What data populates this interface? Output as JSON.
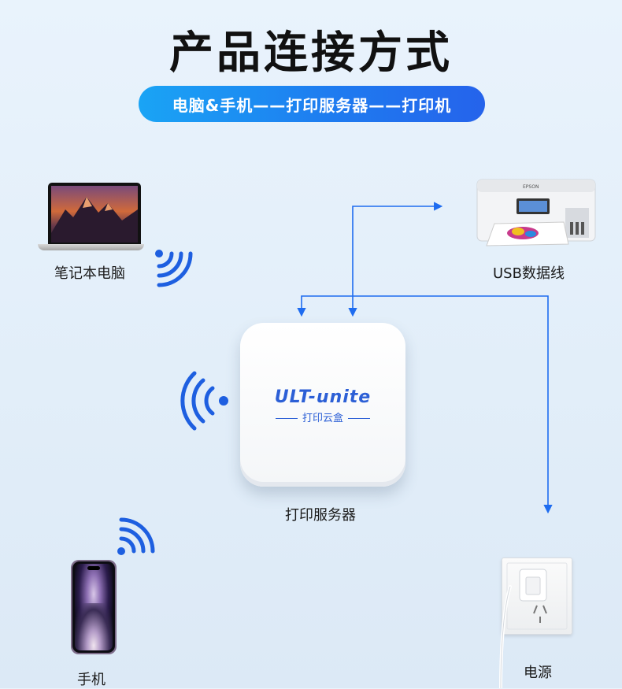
{
  "header": {
    "title": "产品连接方式",
    "subtitle": "电脑&手机——打印服务器——打印机"
  },
  "devices": {
    "laptop_label": "笔记本电脑",
    "printer_label": "USB数据线",
    "server_label": "打印服务器",
    "phone_label": "手机",
    "power_label": "电源"
  },
  "server_box": {
    "brand": "ULT-unite",
    "subbrand": "打印云盒"
  },
  "printer_brand": "EPSON",
  "icons": [
    "wifi-signal-icon",
    "arrow-icon",
    "laptop-icon",
    "printer-icon",
    "phone-icon",
    "power-socket-icon"
  ],
  "colors": {
    "accent_blue": "#1e6cf0",
    "wifi_blue": "#1e5fe0",
    "brand_blue": "#2c5fd6"
  }
}
